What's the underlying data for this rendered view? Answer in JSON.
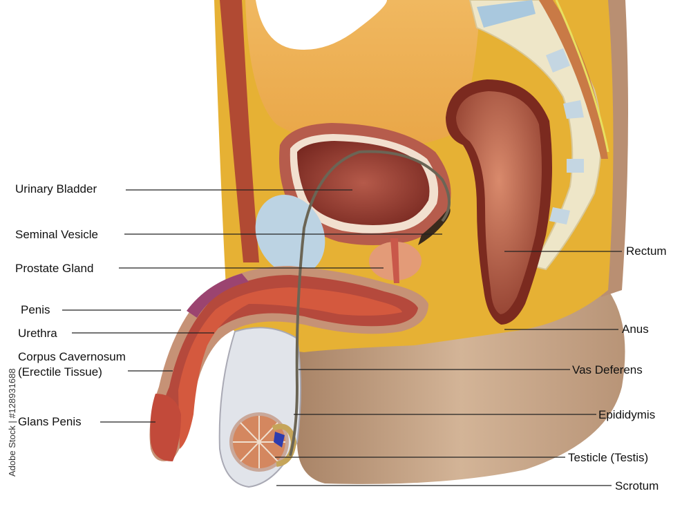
{
  "labels": {
    "urinary_bladder": "Urinary Bladder",
    "seminal_vesicle": "Seminal Vesicle",
    "prostate_gland": "Prostate Gland",
    "penis": "Penis",
    "urethra": "Urethra",
    "corpus_cavernosum_line1": "Corpus Cavernosum",
    "corpus_cavernosum_line2": "(Erectile Tissue)",
    "glans_penis": "Glans Penis",
    "rectum": "Rectum",
    "anus": "Anus",
    "vas_deferens": "Vas Deferens",
    "epididymis": "Epididymis",
    "testicle": "Testicle (Testis)",
    "scrotum": "Scrotum"
  },
  "watermark": "Adobe Stock | #128931688",
  "colors": {
    "skin": "#c9a98e",
    "fat": "#e7b23a",
    "muscle": "#b4553e",
    "bone": "#ece5c8",
    "bladder": "#a8433a",
    "leader_line": "#222222"
  }
}
